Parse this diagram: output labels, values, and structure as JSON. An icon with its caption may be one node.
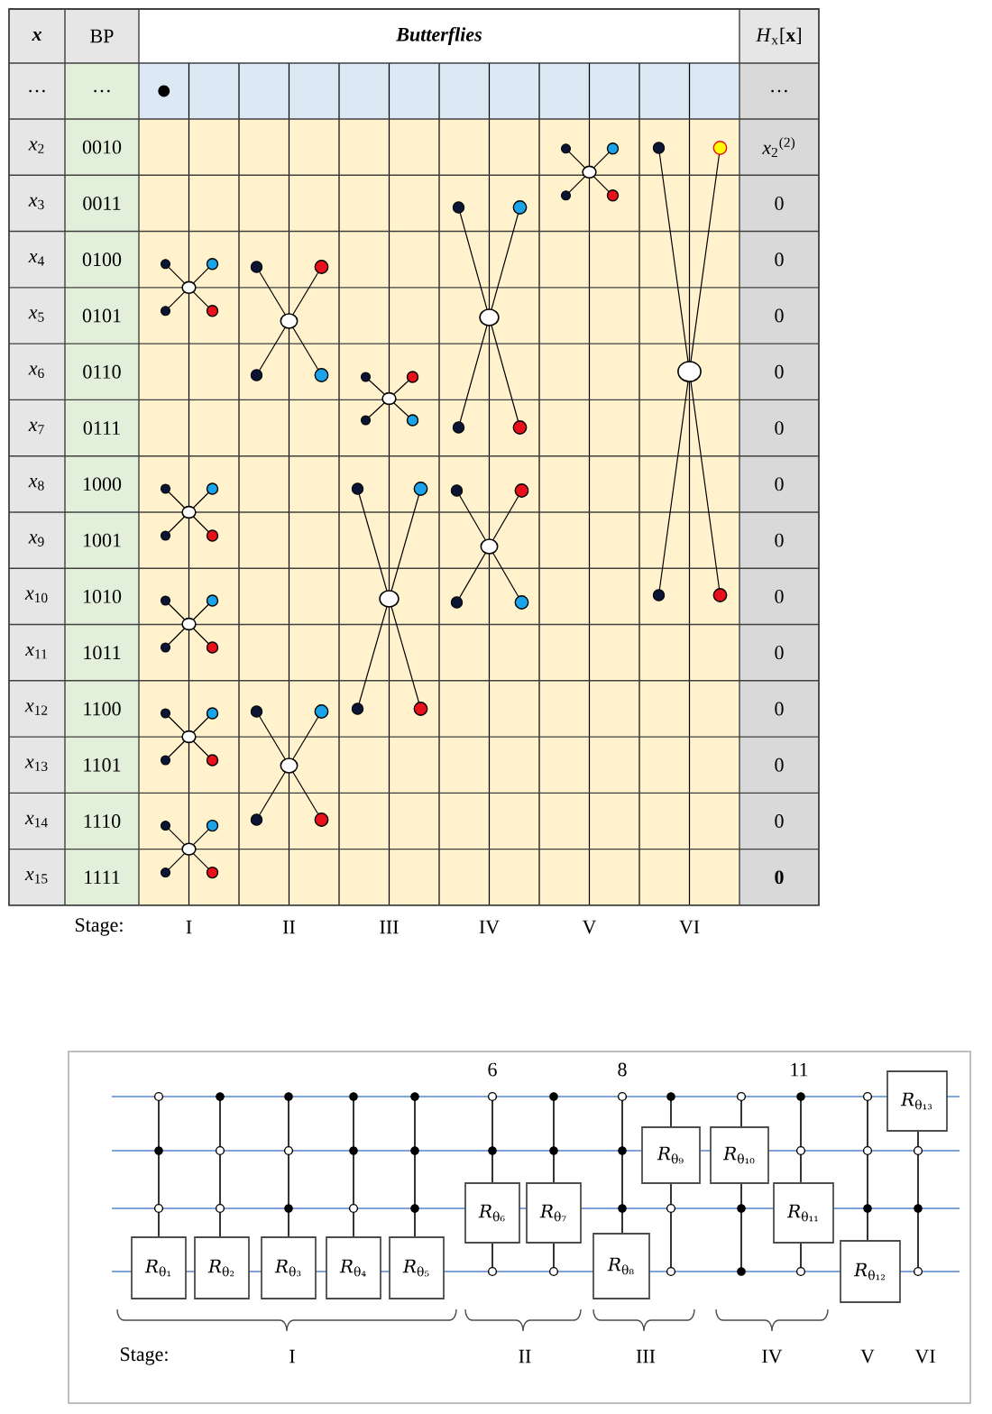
{
  "diagram": {
    "nodes": [
      {
        "text": [
          "*R*$_{θ₁}$"
        ]
      },
      {
        "text": [
          "*R*$_{θ₂}$"
        ]
      },
      {
        "text": [
          "*R*$_{θ₃}$"
        ]
      },
      {
        "text": [
          "*R*$_{θ₄}$"
        ]
      },
      {
        "text": [
          "*R*$_{θ₅}$"
        ]
      },
      {
        "text": [
          "*R*$_{θ₆}$"
        ]
      },
      {
        "text": [
          "*R*$_{θ₇}$"
        ]
      },
      {
        "text": [
          "*R*$_{θ₈}$"
        ]
      },
      {
        "text": [
          "*R*$_{θ₉}$"
        ]
      },
      {
        "text": [
          "*R*$_{θ₁₀}$"
        ]
      },
      {
        "text": [
          "*R*$_{θ₁₁}$"
        ]
      },
      {
        "text": [
          "*R*$_{θ₁₂}$"
        ]
      },
      {
        "text": [
          "*R*$_{θ₁₃}$"
        ]
      }
    ],
    "labels": [
      "x",
      "BP",
      "Butterflies",
      "*H*$_{x}$[**x**]",
      "…",
      "…",
      "…",
      "*x*$_{2}$",
      "0010",
      "*x*$_{2}$$^{(2)}$",
      "*x*$_{3}$",
      "0011",
      "0",
      "*x*$_{4}$",
      "0100",
      "0",
      "*x*$_{5}$",
      "0101",
      "0",
      "*x*$_{6}$",
      "0110",
      "0",
      "*x*$_{7}$",
      "0111",
      "0",
      "*x*$_{8}$",
      "1000",
      "0",
      "*x*$_{9}$",
      "1001",
      "0",
      "*x*$_{10}$",
      "1010",
      "0",
      "*x*$_{11}$",
      "1011",
      "0",
      "*x*$_{12}$",
      "1100",
      "0",
      "*x*$_{13}$",
      "1101",
      "0",
      "*x*$_{14}$",
      "1110",
      "0",
      "*x*$_{15}$",
      "1111",
      "0",
      "Stage:",
      "I",
      "II",
      "III",
      "IV",
      "V",
      "VI",
      "6",
      "8",
      "11",
      "Stage:",
      "I",
      "II",
      "III",
      "IV",
      "V",
      "VI"
    ]
  }
}
